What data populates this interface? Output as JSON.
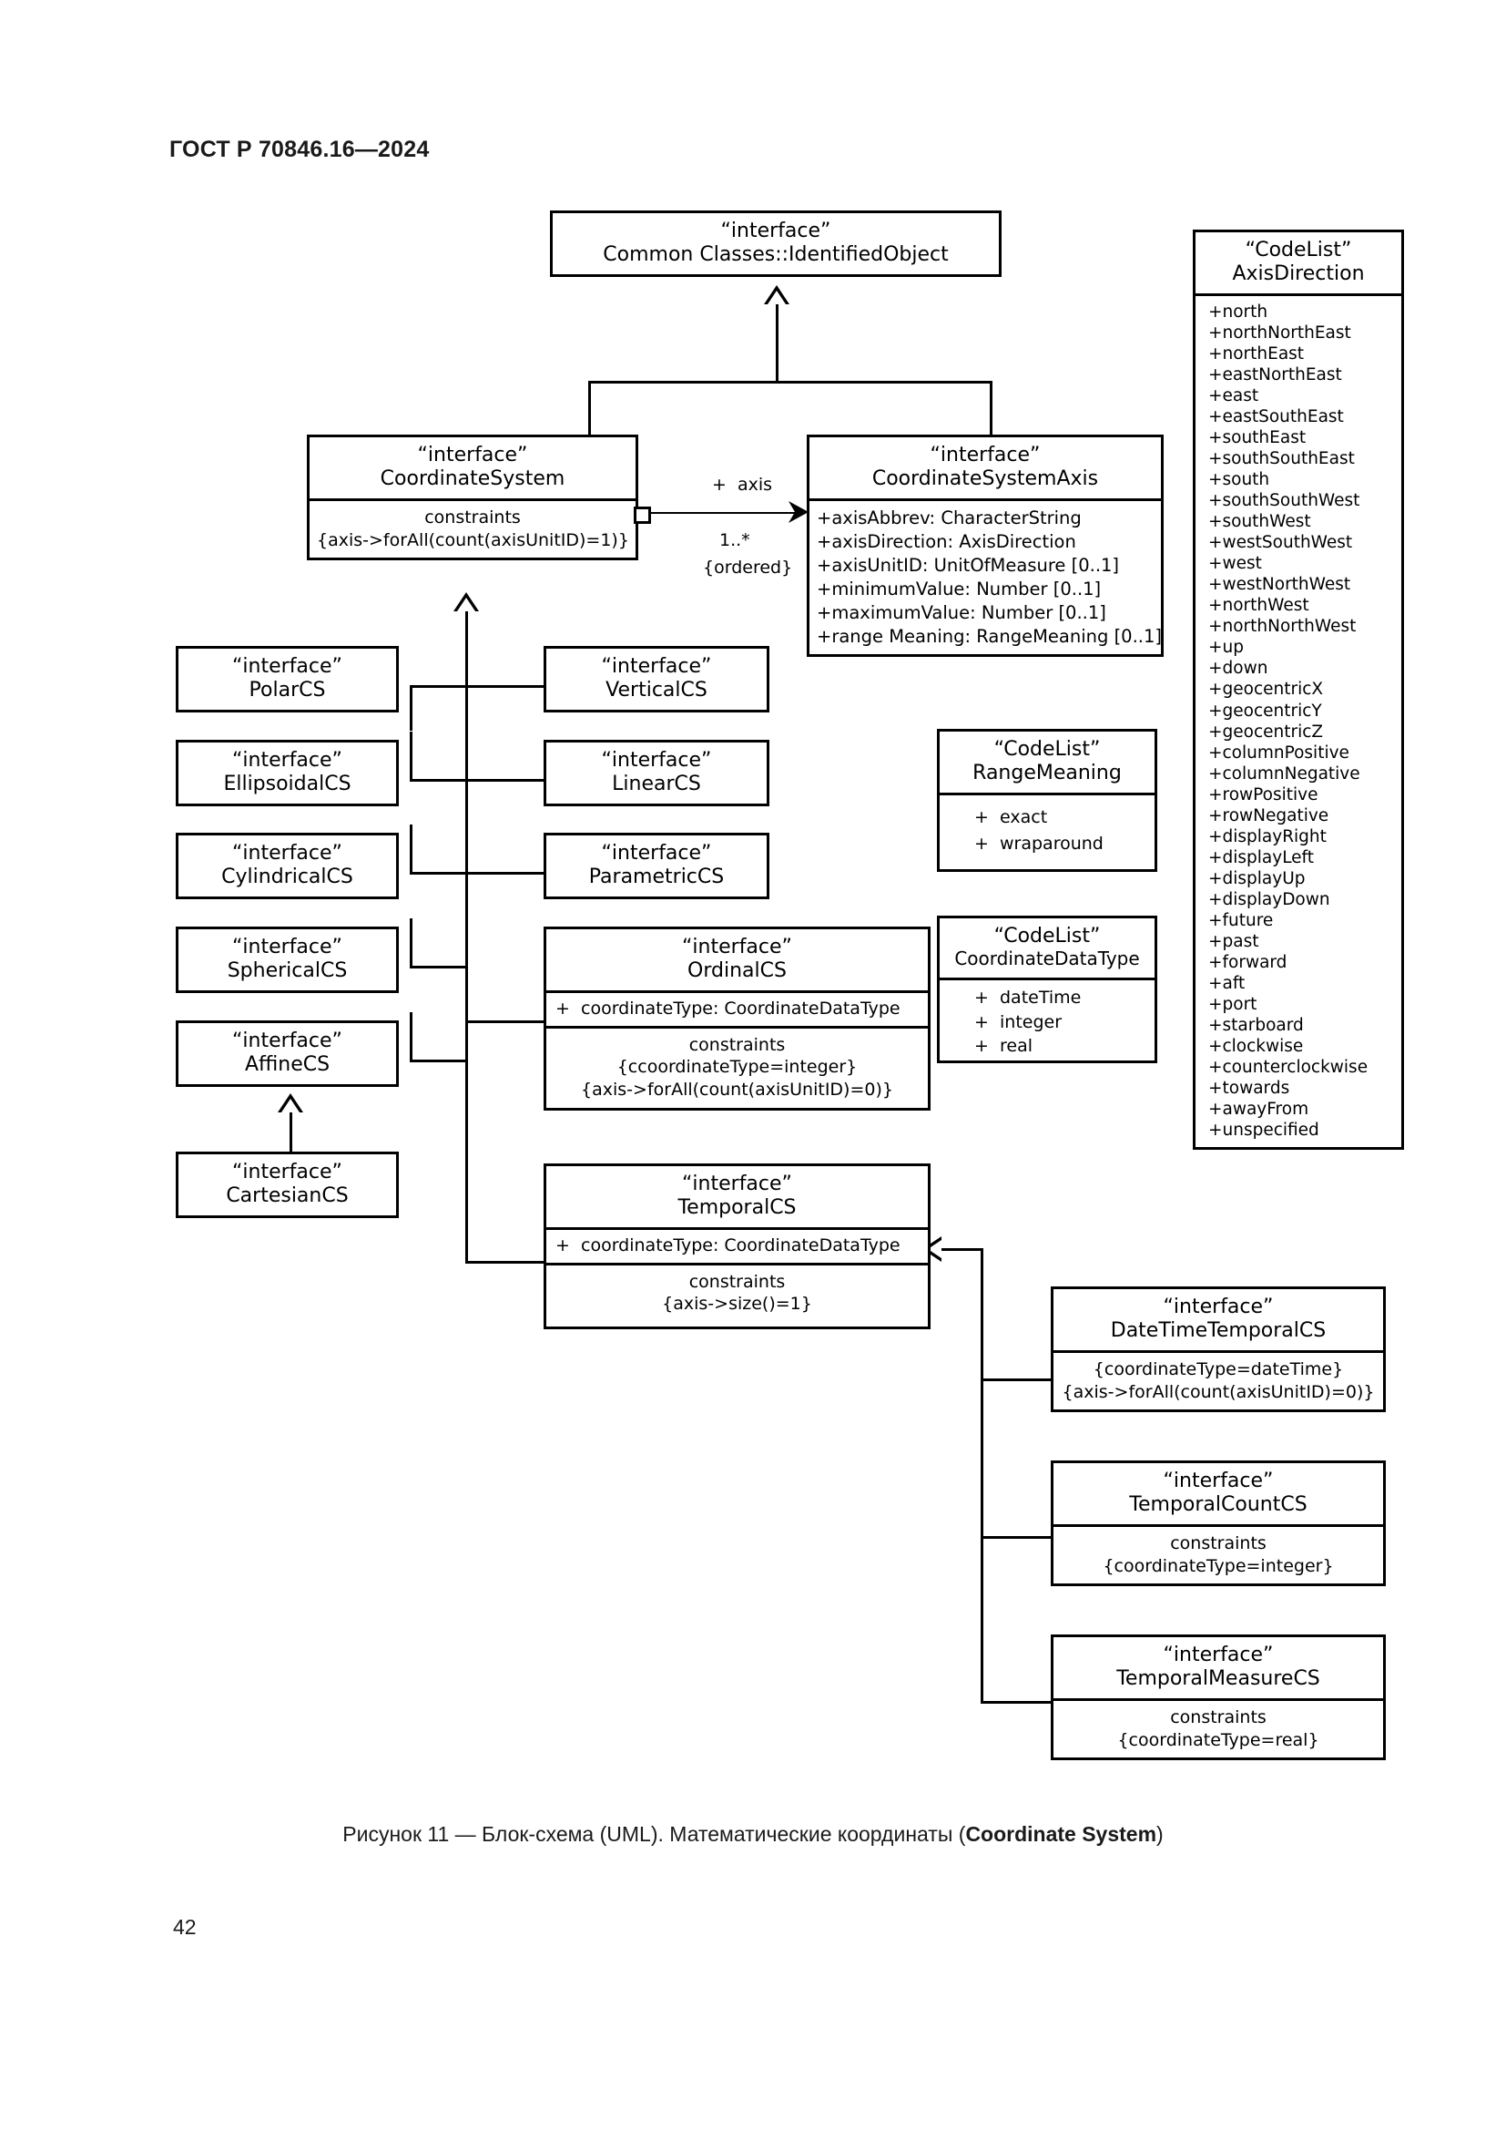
{
  "document": {
    "header": "ГОСТ Р 70846.16—2024",
    "page_number": "42",
    "caption_prefix": "Рисунок 11 — Блок-схема (UML). Математические координаты (",
    "caption_bold": "Coordinate System",
    "caption_suffix": ")"
  },
  "stereotypes": {
    "interface": "“interface”",
    "codelist": "“CodeList”"
  },
  "classes": {
    "identified_object": {
      "stereotype": "“interface”",
      "name": "Common Classes::IdentifiedObject"
    },
    "coordinate_system": {
      "stereotype": "“interface”",
      "name": "CoordinateSystem",
      "constraints": [
        "constraints",
        "{axis->forAll(count(axisUnitID)=1)}"
      ]
    },
    "coordinate_system_axis": {
      "stereotype": "“interface”",
      "name": "CoordinateSystemAxis",
      "attributes": [
        "+axisAbbrev: CharacterString",
        "+axisDirection: AxisDirection",
        "+axisUnitID: UnitOfMeasure [0..1]",
        "+minimumValue: Number [0..1]",
        "+maximumValue: Number [0..1]",
        "+range Meaning: RangeMeaning [0..1]"
      ]
    },
    "polar_cs": {
      "stereotype": "“interface”",
      "name": "PolarCS"
    },
    "ellipsoidal_cs": {
      "stereotype": "“interface”",
      "name": "EllipsoidalCS"
    },
    "cylindrical_cs": {
      "stereotype": "“interface”",
      "name": "CylindricalCS"
    },
    "spherical_cs": {
      "stereotype": "“interface”",
      "name": "SphericalCS"
    },
    "affine_cs": {
      "stereotype": "“interface”",
      "name": "AffineCS"
    },
    "cartesian_cs": {
      "stereotype": "“interface”",
      "name": "CartesianCS"
    },
    "vertical_cs": {
      "stereotype": "“interface”",
      "name": "VerticalCS"
    },
    "linear_cs": {
      "stereotype": "“interface”",
      "name": "LinearCS"
    },
    "parametric_cs": {
      "stereotype": "“interface”",
      "name": "ParametricCS"
    },
    "ordinal_cs": {
      "stereotype": "“interface”",
      "name": "OrdinalCS",
      "attribute": "+  coordinateType: CoordinateDataType",
      "constraints": [
        "constraints",
        "{ccoordinateType=integer}",
        "{axis->forAll(count(axisUnitID)=0)}"
      ]
    },
    "temporal_cs": {
      "stereotype": "“interface”",
      "name": "TemporalCS",
      "attribute": "+  coordinateType: CoordinateDataType",
      "constraints": [
        "constraints",
        "{axis->size()=1}"
      ]
    },
    "datetime_temporal_cs": {
      "stereotype": "“interface”",
      "name": "DateTimeTemporalCS",
      "constraints": [
        "{coordinateType=dateTime}",
        "{axis->forAll(count(axisUnitID)=0)}"
      ]
    },
    "temporal_count_cs": {
      "stereotype": "“interface”",
      "name": "TemporalCountCS",
      "constraints": [
        "constraints",
        "{coordinateType=integer}"
      ]
    },
    "temporal_measure_cs": {
      "stereotype": "“interface”",
      "name": "TemporalMeasureCS",
      "constraints": [
        "constraints",
        "{coordinateType=real}"
      ]
    }
  },
  "codelists": {
    "axis_direction": {
      "stereotype": "“CodeList”",
      "name": "AxisDirection",
      "values": [
        "+north",
        "+northNorthEast",
        "+northEast",
        "+eastNorthEast",
        "+east",
        "+eastSouthEast",
        "+southEast",
        "+southSouthEast",
        "+south",
        "+southSouthWest",
        "+southWest",
        "+westSouthWest",
        "+west",
        "+westNorthWest",
        "+northWest",
        "+northNorthWest",
        "+up",
        "+down",
        "+geocentricX",
        "+geocentricY",
        "+geocentricZ",
        "+columnPositive",
        "+columnNegative",
        "+rowPositive",
        "+rowNegative",
        "+displayRight",
        "+displayLeft",
        "+displayUp",
        "+displayDown",
        "+future",
        "+past",
        "+forward",
        "+aft",
        "+port",
        "+starboard",
        "+clockwise",
        "+counterclockwise",
        "+towards",
        "+awayFrom",
        "+unspecified"
      ]
    },
    "range_meaning": {
      "stereotype": "“CodeList”",
      "name": "RangeMeaning",
      "values": [
        "+  exact",
        "+  wraparound"
      ]
    },
    "coordinate_data_type": {
      "stereotype": "“CodeList”",
      "name": "CoordinateDataType",
      "values": [
        "+  dateTime",
        "+  integer",
        "+  real"
      ]
    }
  },
  "association": {
    "role": "+  axis",
    "multiplicity": "1..*",
    "ordering": "{ordered}"
  }
}
